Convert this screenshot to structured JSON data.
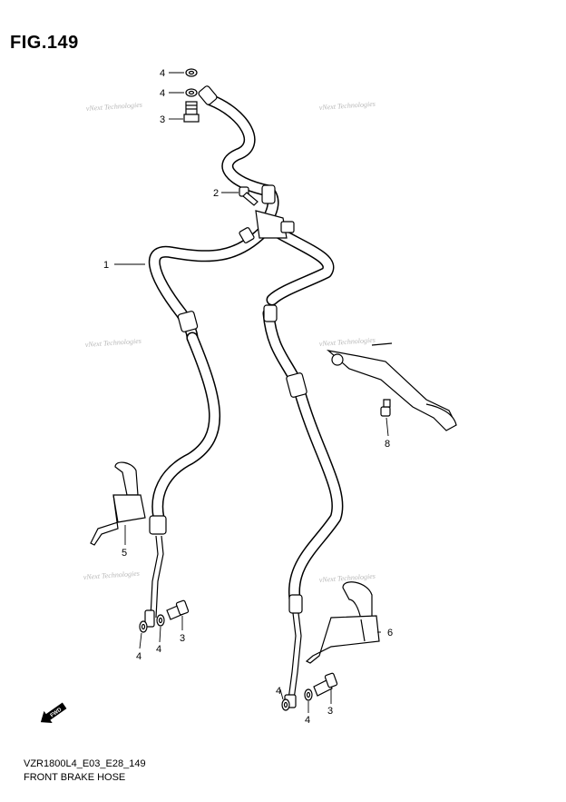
{
  "figure_title": "FIG.149",
  "footer": {
    "model_code": "VZR1800L4_E03_E28_149",
    "page_title": "FRONT BRAKE HOSE"
  },
  "watermark": "vNext Technologies",
  "callouts": [
    {
      "id": "c1",
      "label": "4"
    },
    {
      "id": "c2",
      "label": "4"
    },
    {
      "id": "c3",
      "label": "3"
    },
    {
      "id": "c4",
      "label": "2"
    },
    {
      "id": "c5",
      "label": "1"
    },
    {
      "id": "c6",
      "label": "8"
    },
    {
      "id": "c7",
      "label": "5"
    },
    {
      "id": "c8",
      "label": "4"
    },
    {
      "id": "c9",
      "label": "4"
    },
    {
      "id": "c10",
      "label": "3"
    },
    {
      "id": "c11",
      "label": "6"
    },
    {
      "id": "c12",
      "label": "4"
    },
    {
      "id": "c13",
      "label": "4"
    },
    {
      "id": "c14",
      "label": "3"
    }
  ],
  "icons": {
    "forward_arrow": "fwd-arrow-icon",
    "forward_label": "FWD"
  }
}
